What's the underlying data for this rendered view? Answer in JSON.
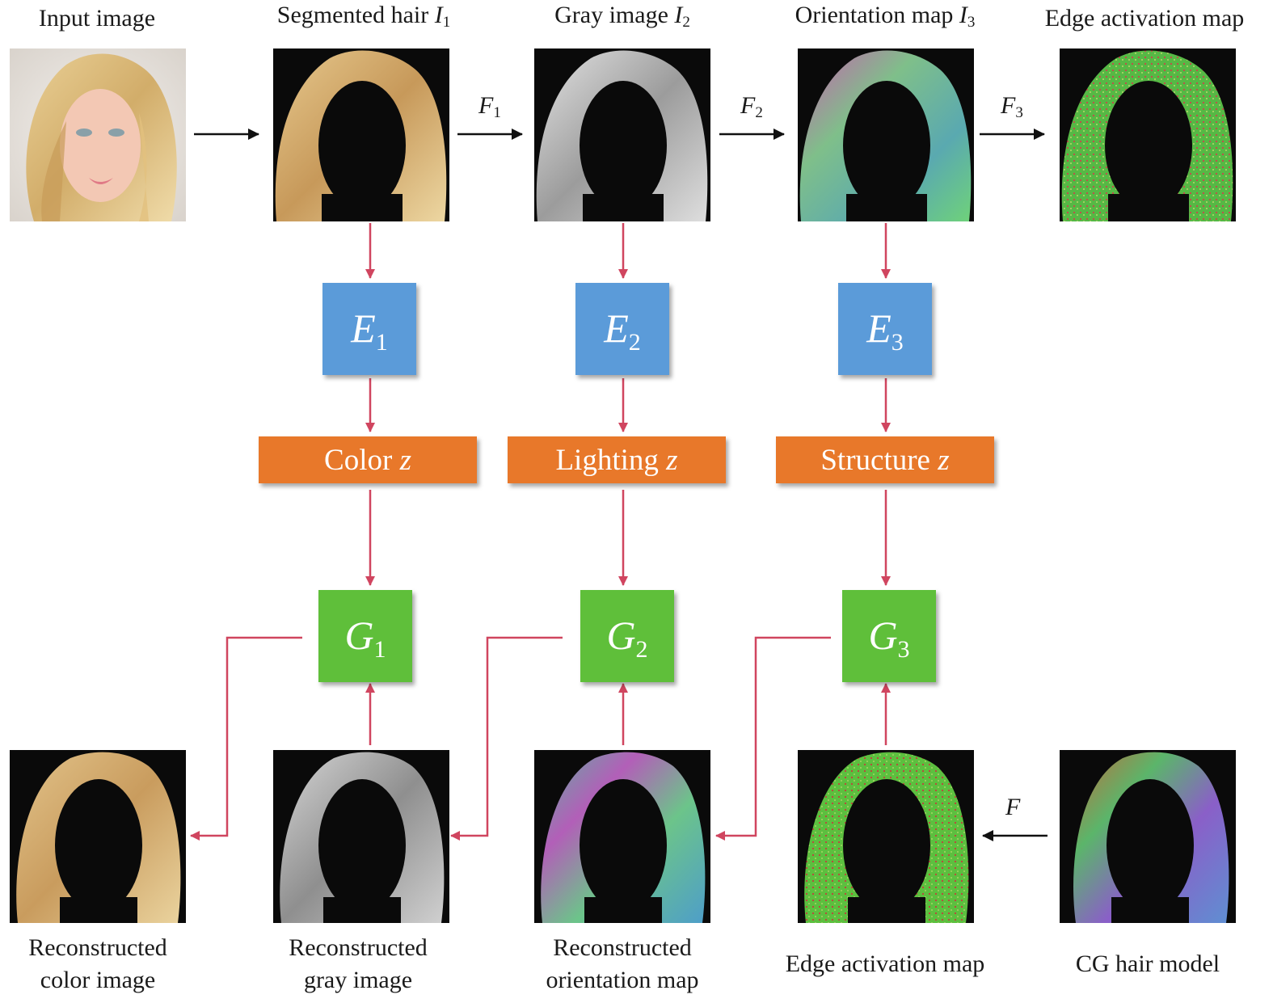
{
  "top_labels": {
    "input": "Input image",
    "segmented": "Segmented hair",
    "segmented_sym": "I",
    "segmented_sub": "1",
    "gray": "Gray image",
    "gray_sym": "I",
    "gray_sub": "2",
    "orientation": "Orientation map",
    "orientation_sym": "I",
    "orientation_sub": "3",
    "edge": "Edge activation map"
  },
  "arrows": {
    "f1": "F",
    "f1_sub": "1",
    "f2": "F",
    "f2_sub": "2",
    "f3": "F",
    "f3_sub": "3",
    "f": "F"
  },
  "encoders": [
    {
      "sym": "E",
      "sub": "1"
    },
    {
      "sym": "E",
      "sub": "2"
    },
    {
      "sym": "E",
      "sub": "3"
    }
  ],
  "latents": [
    {
      "name": "Color",
      "var": "z"
    },
    {
      "name": "Lighting",
      "var": "z"
    },
    {
      "name": "Structure",
      "var": "z"
    }
  ],
  "generators": [
    {
      "sym": "G",
      "sub": "1"
    },
    {
      "sym": "G",
      "sub": "2"
    },
    {
      "sym": "G",
      "sub": "3"
    }
  ],
  "bottom_labels": {
    "recon_color_1": "Reconstructed",
    "recon_color_2": "color image",
    "recon_gray_1": "Reconstructed",
    "recon_gray_2": "gray image",
    "recon_orient_1": "Reconstructed",
    "recon_orient_2": "orientation map",
    "edge": "Edge activation map",
    "cg": "CG hair model"
  },
  "colors": {
    "encoder": "#5b9bd9",
    "latent": "#e8782a",
    "generator": "#5fbf3a",
    "red_arrow": "#d0455f",
    "black_arrow": "#111111"
  }
}
